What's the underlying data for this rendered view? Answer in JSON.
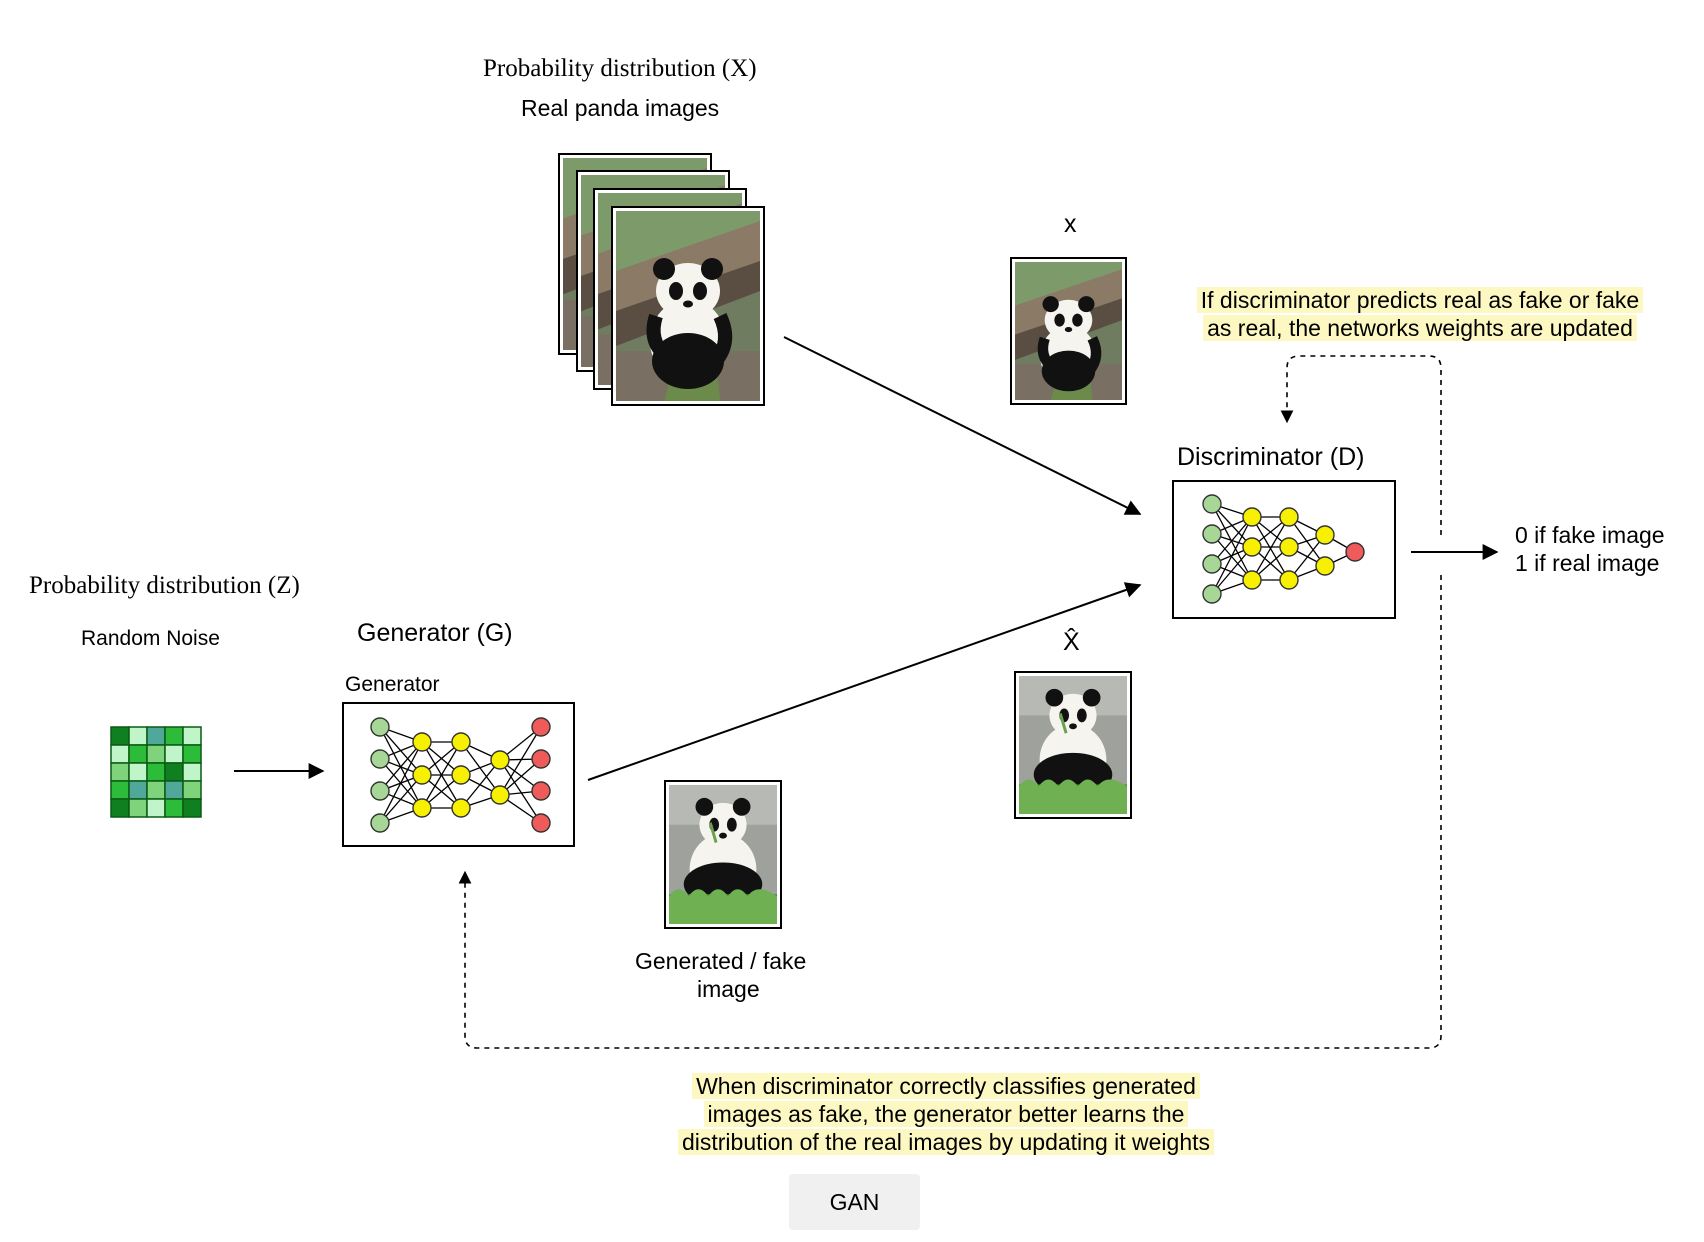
{
  "real": {
    "title": "Probability distribution (X)",
    "subtitle": "Real panda images",
    "x_label": "x"
  },
  "noise": {
    "title": "Probability distribution (Z)",
    "subtitle": "Random Noise"
  },
  "generator": {
    "title": "Generator (G)",
    "inner_label": "Generator"
  },
  "generated": {
    "label_line1": "Generated / fake",
    "label_line2": "image",
    "x_hat_label": "X̂"
  },
  "discriminator": {
    "title": "Discriminator (D)"
  },
  "output": {
    "line1": "0 if fake image",
    "line2": "1 if real image"
  },
  "notes": {
    "discriminator_feedback_line1": "If discriminator predicts real as fake or fake",
    "discriminator_feedback_line2": "as real, the networks weights are updated",
    "generator_feedback_line1": "When discriminator correctly classifies generated",
    "generator_feedback_line2": "images as fake, the generator better learns the",
    "generator_feedback_line3": "distribution of the real images by updating it weights"
  },
  "caption": "GAN",
  "colors": {
    "input_node": "#a6d796",
    "hidden_node": "#f7f000",
    "output_node": "#ef5a5a",
    "highlight": "#fdf8c2",
    "noise_palette": [
      "#0f7f1f",
      "#2dbb3a",
      "#7fd37a",
      "#bff5c8",
      "#4fa89a"
    ]
  }
}
